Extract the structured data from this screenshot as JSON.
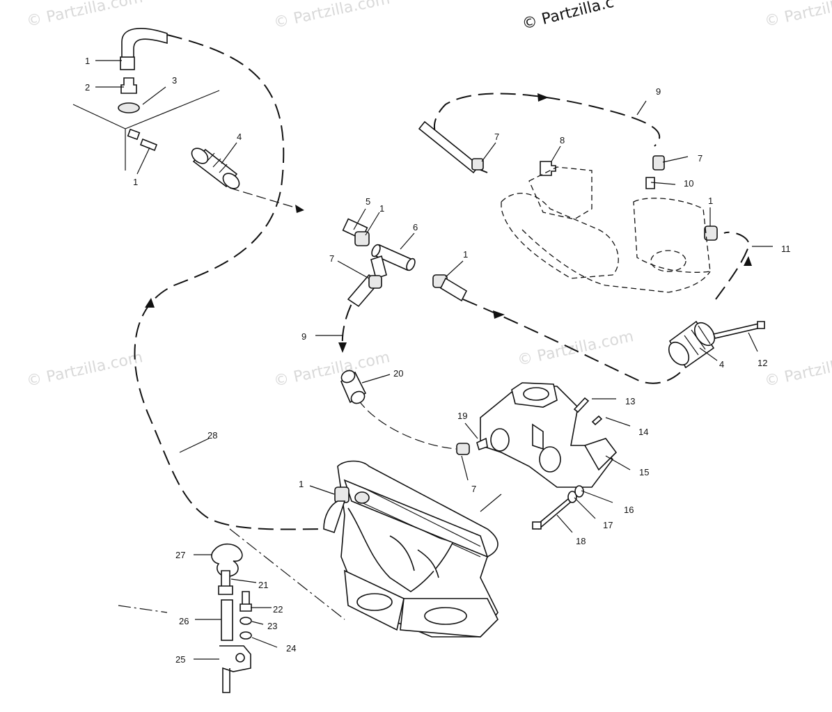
{
  "watermark": {
    "brand_text": "© Partzilla.com",
    "main_text": "© Partzilla.c"
  },
  "callouts": [
    {
      "id": "c-1a",
      "text": "1"
    },
    {
      "id": "c-2",
      "text": "2"
    },
    {
      "id": "c-3",
      "text": "3"
    },
    {
      "id": "c-1b",
      "text": "1"
    },
    {
      "id": "c-4a",
      "text": "4"
    },
    {
      "id": "c-5",
      "text": "5"
    },
    {
      "id": "c-1c",
      "text": "1"
    },
    {
      "id": "c-6",
      "text": "6"
    },
    {
      "id": "c-7a",
      "text": "7"
    },
    {
      "id": "c-1d",
      "text": "1"
    },
    {
      "id": "c-9a",
      "text": "9"
    },
    {
      "id": "c-7b",
      "text": "7"
    },
    {
      "id": "c-8",
      "text": "8"
    },
    {
      "id": "c-9b",
      "text": "9"
    },
    {
      "id": "c-7c",
      "text": "7"
    },
    {
      "id": "c-10",
      "text": "10"
    },
    {
      "id": "c-1e",
      "text": "1"
    },
    {
      "id": "c-11",
      "text": "11"
    },
    {
      "id": "c-12",
      "text": "12"
    },
    {
      "id": "c-4b",
      "text": "4"
    },
    {
      "id": "c-20",
      "text": "20"
    },
    {
      "id": "c-13",
      "text": "13"
    },
    {
      "id": "c-14",
      "text": "14"
    },
    {
      "id": "c-19",
      "text": "19"
    },
    {
      "id": "c-15",
      "text": "15"
    },
    {
      "id": "c-7d",
      "text": "7"
    },
    {
      "id": "c-16",
      "text": "16"
    },
    {
      "id": "c-17",
      "text": "17"
    },
    {
      "id": "c-18",
      "text": "18"
    },
    {
      "id": "c-28",
      "text": "28"
    },
    {
      "id": "c-1f",
      "text": "1"
    },
    {
      "id": "c-27",
      "text": "27"
    },
    {
      "id": "c-21",
      "text": "21"
    },
    {
      "id": "c-22",
      "text": "22"
    },
    {
      "id": "c-26",
      "text": "26"
    },
    {
      "id": "c-23",
      "text": "23"
    },
    {
      "id": "c-24",
      "text": "24"
    },
    {
      "id": "c-25",
      "text": "25"
    }
  ]
}
